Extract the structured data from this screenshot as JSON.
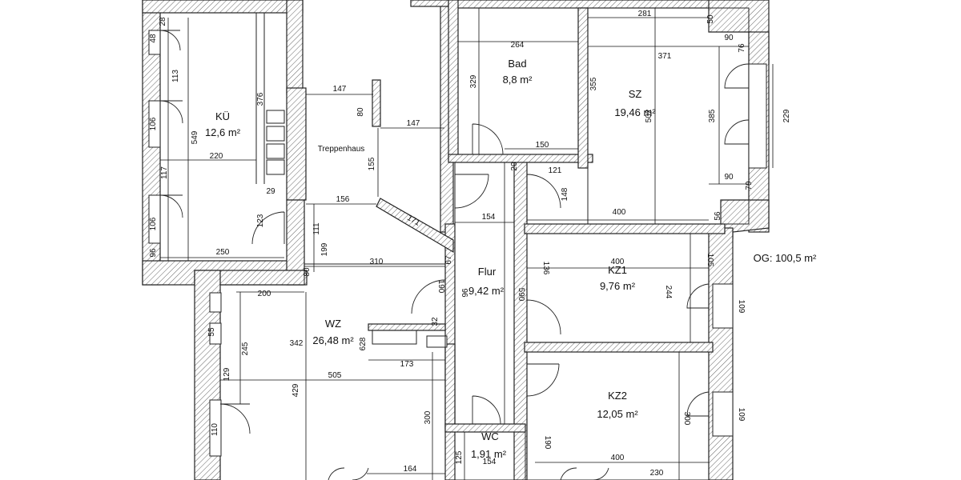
{
  "rooms": {
    "kue": {
      "name": "KÜ",
      "area": "12,6 m²"
    },
    "bad": {
      "name": "Bad",
      "area": "8,8 m²"
    },
    "sz": {
      "name": "SZ",
      "area": "19,46 m²"
    },
    "kz1": {
      "name": "KZ1",
      "area": "9,76 m²"
    },
    "kz2": {
      "name": "KZ2",
      "area": "12,05 m²"
    },
    "wz": {
      "name": "WZ",
      "area": "26,48 m²"
    },
    "flur": {
      "name": "Flur",
      "area": "9,42 m²"
    },
    "wc": {
      "name": "WC",
      "area": "1,91 m²"
    },
    "treppenhaus": {
      "name": "Treppenhaus"
    }
  },
  "total_area": "OG: 100,5 m²",
  "dimensions": {
    "kue_d28": "28",
    "kue_d48": "48",
    "kue_d113": "113",
    "kue_d106a": "106",
    "kue_d117": "117",
    "kue_d106b": "106",
    "kue_d96": "96",
    "kue_d549": "549",
    "kue_d376": "376",
    "kue_d220": "220",
    "kue_d250": "250",
    "kue_d29": "29",
    "kue_d123": "123",
    "kue_d80": "80",
    "tr_d147a": "147",
    "tr_d80": "80",
    "tr_d147b": "147",
    "tr_d155": "155",
    "tr_d156": "156",
    "tr_d111": "111",
    "tr_d199": "199",
    "tr_d310": "310",
    "tr_d171": "171",
    "tr_d67": "67",
    "bad_d264": "264",
    "bad_d329": "329",
    "bad_d355": "355",
    "bad_d150": "150",
    "bad_d20": "20",
    "sz_d281": "281",
    "sz_d50": "50",
    "sz_d90a": "90",
    "sz_d76": "76",
    "sz_d371": "371",
    "sz_d502": "502",
    "sz_d385": "385",
    "sz_d229": "229",
    "sz_d90b": "90",
    "sz_d79": "79",
    "sz_d121": "121",
    "sz_d148": "148",
    "sz_d400": "400",
    "sz_d56": "56",
    "flur_d154": "154",
    "flur_d590": "590",
    "flur_d190": "190",
    "flur_d96": "96",
    "flur_d32": "32",
    "kz1_d400": "400",
    "kz1_d105": "105",
    "kz1_d136": "136",
    "kz1_d244": "244",
    "kz1_d109": "109",
    "kz2_d300": "300",
    "kz2_d109": "109",
    "kz2_d190": "190",
    "kz2_d400": "400",
    "kz2_d230": "230",
    "wz_d200": "200",
    "wz_d55": "55",
    "wz_d245": "245",
    "wz_d342": "342",
    "wz_d628": "628",
    "wz_d129": "129",
    "wz_d505": "505",
    "wz_d429": "429",
    "wz_d173": "173",
    "wz_d300": "300",
    "wz_d110": "110",
    "wz_d164": "164",
    "wc_d125": "125",
    "wc_d154": "154"
  }
}
